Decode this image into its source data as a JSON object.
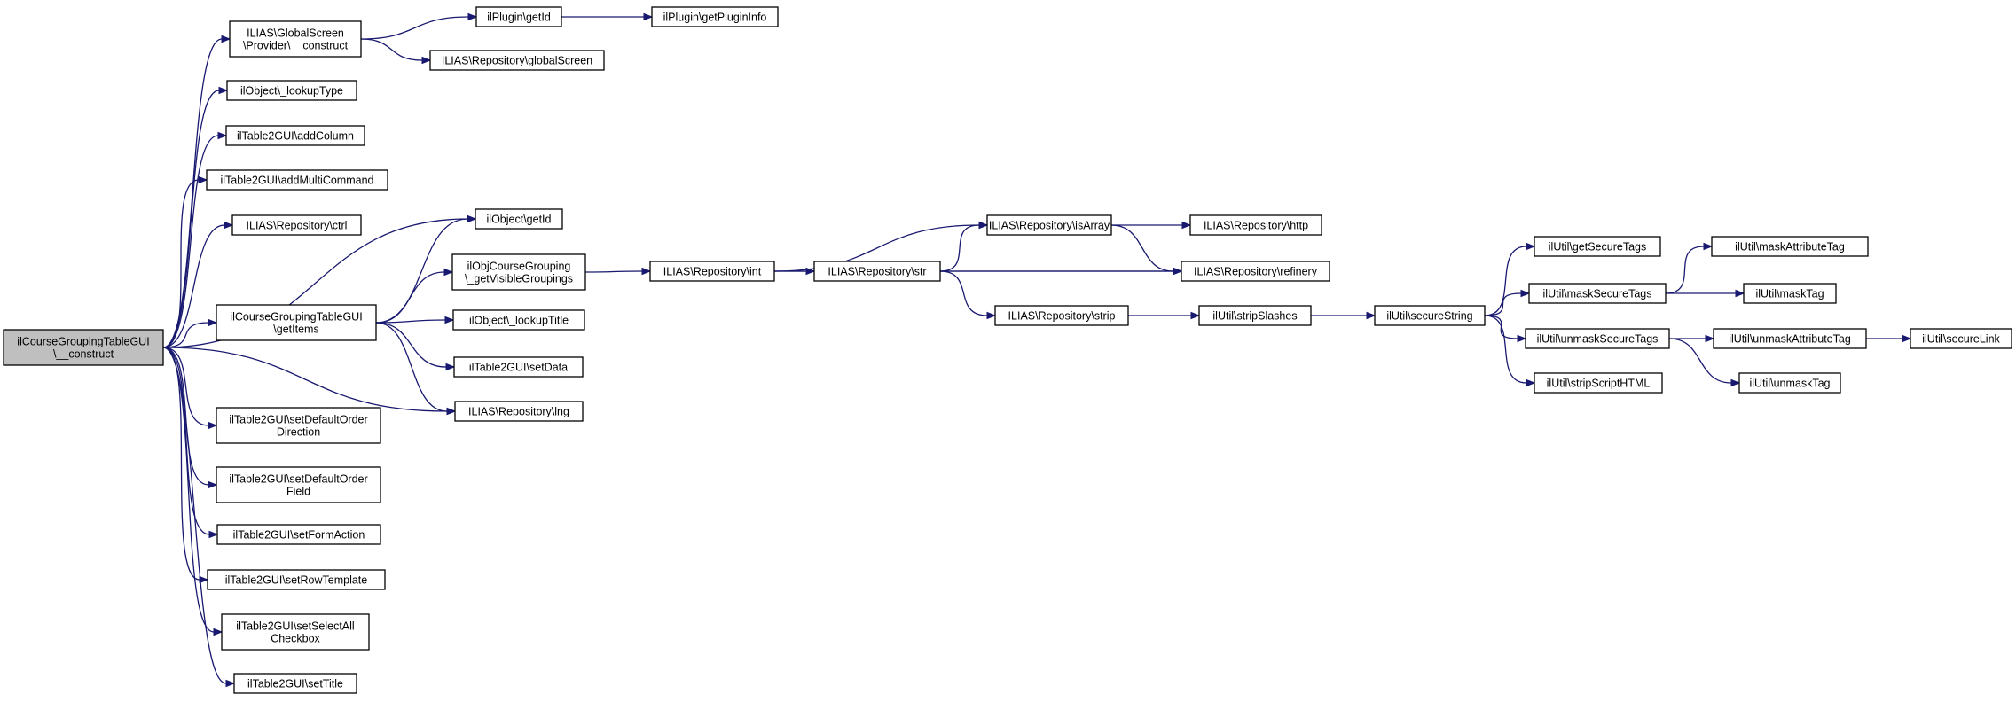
{
  "diagram": {
    "edge_color": "#191970",
    "root_fill": "#bfbfbf",
    "nodes": [
      {
        "id": "root",
        "lines": [
          "ilCourseGroupingTableGUI",
          "\\__construct"
        ],
        "root": true
      },
      {
        "id": "gs",
        "lines": [
          "ILIAS\\GlobalScreen",
          "\\Provider\\__construct"
        ]
      },
      {
        "id": "plugin_getid",
        "lines": [
          "ilPlugin\\getId"
        ]
      },
      {
        "id": "plugin_info",
        "lines": [
          "ilPlugin\\getPluginInfo"
        ]
      },
      {
        "id": "repo_gs",
        "lines": [
          "ILIAS\\Repository\\globalScreen"
        ]
      },
      {
        "id": "lookuptype",
        "lines": [
          "ilObject\\_lookupType"
        ]
      },
      {
        "id": "addcolumn",
        "lines": [
          "ilTable2GUI\\addColumn"
        ]
      },
      {
        "id": "addmulti",
        "lines": [
          "ilTable2GUI\\addMultiCommand"
        ]
      },
      {
        "id": "ctrl",
        "lines": [
          "ILIAS\\Repository\\ctrl"
        ]
      },
      {
        "id": "obj_getid",
        "lines": [
          "ilObject\\getId"
        ]
      },
      {
        "id": "getitems",
        "lines": [
          "ilCourseGroupingTableGUI",
          "\\getItems"
        ]
      },
      {
        "id": "visgroup",
        "lines": [
          "ilObjCourseGrouping",
          "\\_getVisibleGroupings"
        ]
      },
      {
        "id": "lookuptitle",
        "lines": [
          "ilObject\\_lookupTitle"
        ]
      },
      {
        "id": "setdata",
        "lines": [
          "ilTable2GUI\\setData"
        ]
      },
      {
        "id": "lng",
        "lines": [
          "ILIAS\\Repository\\lng"
        ]
      },
      {
        "id": "int",
        "lines": [
          "ILIAS\\Repository\\int"
        ]
      },
      {
        "id": "str",
        "lines": [
          "ILIAS\\Repository\\str"
        ]
      },
      {
        "id": "isarray",
        "lines": [
          "ILIAS\\Repository\\isArray"
        ]
      },
      {
        "id": "http",
        "lines": [
          "ILIAS\\Repository\\http"
        ]
      },
      {
        "id": "refinery",
        "lines": [
          "ILIAS\\Repository\\refinery"
        ]
      },
      {
        "id": "strip",
        "lines": [
          "ILIAS\\Repository\\strip"
        ]
      },
      {
        "id": "stripslashes",
        "lines": [
          "ilUtil\\stripSlashes"
        ]
      },
      {
        "id": "securestring",
        "lines": [
          "ilUtil\\secureString"
        ]
      },
      {
        "id": "getsecure",
        "lines": [
          "ilUtil\\getSecureTags"
        ]
      },
      {
        "id": "masksecure",
        "lines": [
          "ilUtil\\maskSecureTags"
        ]
      },
      {
        "id": "unmasksecure",
        "lines": [
          "ilUtil\\unmaskSecureTags"
        ]
      },
      {
        "id": "stripscript",
        "lines": [
          "ilUtil\\stripScriptHTML"
        ]
      },
      {
        "id": "maskattr",
        "lines": [
          "ilUtil\\maskAttributeTag"
        ]
      },
      {
        "id": "masktag",
        "lines": [
          "ilUtil\\maskTag"
        ]
      },
      {
        "id": "unmaskattr",
        "lines": [
          "ilUtil\\unmaskAttributeTag"
        ]
      },
      {
        "id": "unmasktag",
        "lines": [
          "ilUtil\\unmaskTag"
        ]
      },
      {
        "id": "securelink",
        "lines": [
          "ilUtil\\secureLink"
        ]
      },
      {
        "id": "sdo_dir",
        "lines": [
          "ilTable2GUI\\setDefaultOrder",
          "Direction"
        ]
      },
      {
        "id": "sdo_field",
        "lines": [
          "ilTable2GUI\\setDefaultOrder",
          "Field"
        ]
      },
      {
        "id": "formaction",
        "lines": [
          "ilTable2GUI\\setFormAction"
        ]
      },
      {
        "id": "rowtpl",
        "lines": [
          "ilTable2GUI\\setRowTemplate"
        ]
      },
      {
        "id": "selectall",
        "lines": [
          "ilTable2GUI\\setSelectAll",
          "Checkbox"
        ]
      },
      {
        "id": "settitle",
        "lines": [
          "ilTable2GUI\\setTitle"
        ]
      }
    ],
    "edges": [
      {
        "from": "root",
        "to": "gs"
      },
      {
        "from": "root",
        "to": "lookuptype"
      },
      {
        "from": "root",
        "to": "addcolumn"
      },
      {
        "from": "root",
        "to": "addmulti"
      },
      {
        "from": "root",
        "to": "ctrl"
      },
      {
        "from": "root",
        "to": "obj_getid"
      },
      {
        "from": "root",
        "to": "getitems"
      },
      {
        "from": "root",
        "to": "lng"
      },
      {
        "from": "root",
        "to": "sdo_dir"
      },
      {
        "from": "root",
        "to": "sdo_field"
      },
      {
        "from": "root",
        "to": "formaction"
      },
      {
        "from": "root",
        "to": "rowtpl"
      },
      {
        "from": "root",
        "to": "selectall"
      },
      {
        "from": "root",
        "to": "settitle"
      },
      {
        "from": "gs",
        "to": "plugin_getid"
      },
      {
        "from": "gs",
        "to": "repo_gs"
      },
      {
        "from": "plugin_getid",
        "to": "plugin_info"
      },
      {
        "from": "getitems",
        "to": "obj_getid"
      },
      {
        "from": "getitems",
        "to": "visgroup"
      },
      {
        "from": "getitems",
        "to": "lookuptitle"
      },
      {
        "from": "getitems",
        "to": "setdata"
      },
      {
        "from": "getitems",
        "to": "lng"
      },
      {
        "from": "visgroup",
        "to": "int"
      },
      {
        "from": "int",
        "to": "isarray"
      },
      {
        "from": "int",
        "to": "str"
      },
      {
        "from": "int",
        "to": "refinery"
      },
      {
        "from": "str",
        "to": "isarray"
      },
      {
        "from": "str",
        "to": "refinery"
      },
      {
        "from": "str",
        "to": "strip"
      },
      {
        "from": "isarray",
        "to": "http"
      },
      {
        "from": "isarray",
        "to": "refinery"
      },
      {
        "from": "strip",
        "to": "stripslashes"
      },
      {
        "from": "stripslashes",
        "to": "securestring"
      },
      {
        "from": "securestring",
        "to": "getsecure"
      },
      {
        "from": "securestring",
        "to": "masksecure"
      },
      {
        "from": "securestring",
        "to": "unmasksecure"
      },
      {
        "from": "securestring",
        "to": "stripscript"
      },
      {
        "from": "masksecure",
        "to": "maskattr"
      },
      {
        "from": "masksecure",
        "to": "masktag"
      },
      {
        "from": "unmasksecure",
        "to": "unmaskattr"
      },
      {
        "from": "unmasksecure",
        "to": "unmasktag"
      },
      {
        "from": "unmaskattr",
        "to": "securelink"
      }
    ]
  }
}
